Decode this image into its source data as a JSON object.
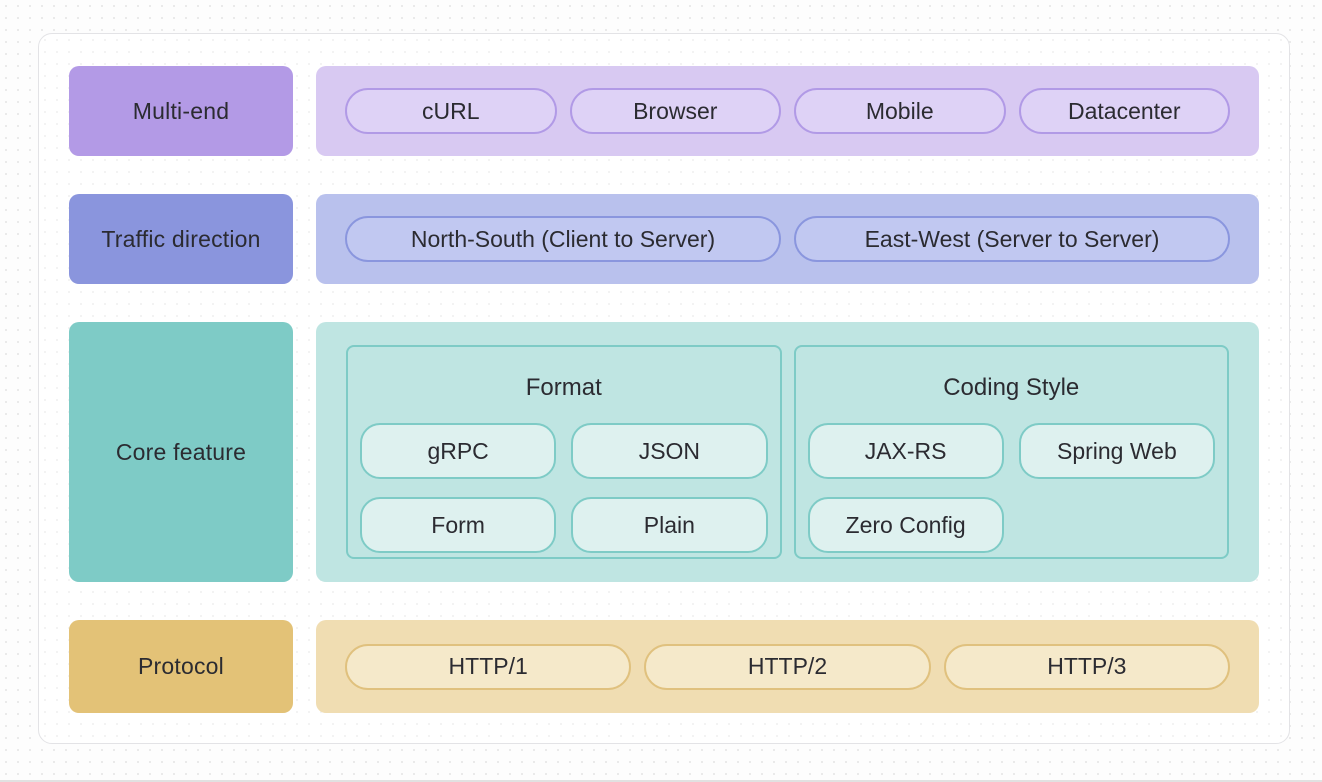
{
  "page": {
    "background_dot_color": "#e9e9e9",
    "card_border_color": "#e3e3e6",
    "text_color": "#2b2b31"
  },
  "rows": [
    {
      "id": "multi-end",
      "label": "Multi-end",
      "theme": {
        "label_bg": "#b39ae6",
        "container_bg": "#d8c9f2",
        "pill_bg": "#ded2f6",
        "pill_border": "#b19ae6"
      },
      "pills": [
        "cURL",
        "Browser",
        "Mobile",
        "Datacenter"
      ]
    },
    {
      "id": "traffic-direction",
      "label": "Traffic direction",
      "theme": {
        "label_bg": "#8a95dd",
        "container_bg": "#b9c1ed",
        "pill_bg": "#c1c8f1",
        "pill_border": "#8a96de"
      },
      "pills": [
        "North-South (Client to Server)",
        "East-West (Server to Server)"
      ]
    },
    {
      "id": "core-feature",
      "label": "Core feature",
      "theme": {
        "label_bg": "#7ecbc6",
        "container_bg": "#bfe5e2",
        "pill_bg": "#def1ef",
        "pill_border": "#7ecbc6"
      },
      "groups": [
        {
          "title": "Format",
          "pills": [
            "gRPC",
            "JSON",
            "Form",
            "Plain"
          ]
        },
        {
          "title": "Coding Style",
          "pills": [
            "JAX-RS",
            "Spring Web",
            "Zero Config"
          ]
        }
      ]
    },
    {
      "id": "protocol",
      "label": "Protocol",
      "theme": {
        "label_bg": "#e3c277",
        "container_bg": "#f0ddb2",
        "pill_bg": "#f5e9ca",
        "pill_border": "#e0c17e"
      },
      "pills": [
        "HTTP/1",
        "HTTP/2",
        "HTTP/3"
      ]
    }
  ]
}
